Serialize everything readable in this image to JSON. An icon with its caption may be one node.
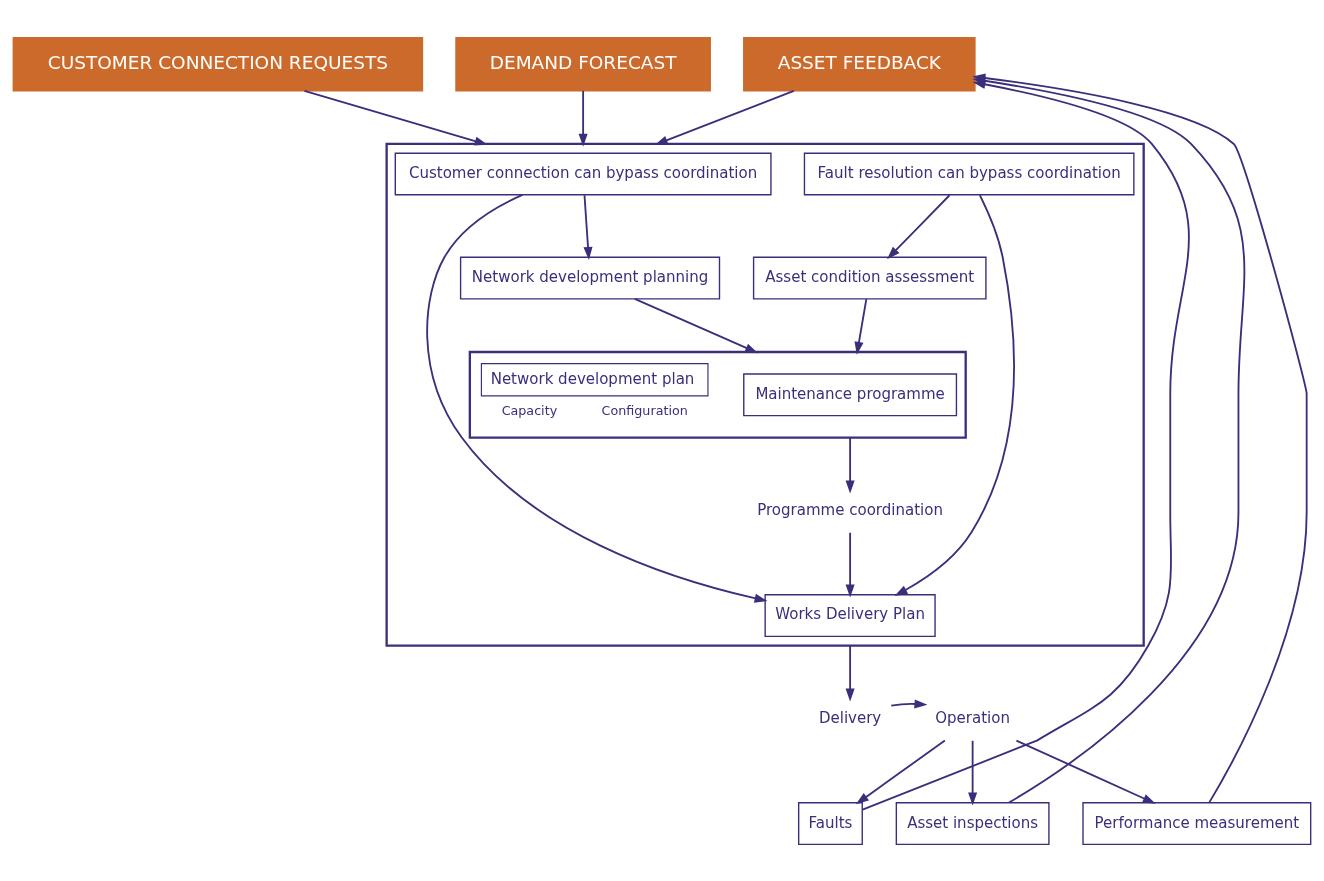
{
  "diagram": {
    "nodes": [
      {
        "text": [
          "CUSTOMER CONNECTION REQUESTS"
        ]
      },
      {
        "text": [
          "DEMAND FORECAST"
        ]
      },
      {
        "text": [
          "ASSET FEEDBACK"
        ]
      },
      {
        "text": [],
        "shape": "box"
      },
      {
        "text": [
          "Customer connection can bypass coordination"
        ],
        "in": 3
      },
      {
        "text": [
          "Network development planning"
        ],
        "in": 3
      },
      {
        "text": [
          "Asset condition assessment"
        ],
        "in": 3
      },
      {
        "text": [
          "Fault resolution can bypass coordination"
        ],
        "in": 3
      },
      {
        "text": [],
        "shape": "box",
        "in": 3
      },
      {
        "text": [
          "Network development plan"
        ],
        "in": 8,
        "beside": [
          "Capacity",
          "Configuration"
        ]
      },
      {
        "text": [
          "Maintenance programme"
        ],
        "in": 8
      },
      {
        "text": [
          "Programme coordination"
        ],
        "in": 3
      },
      {
        "text": [
          "Works Delivery Plan"
        ],
        "in": 3
      },
      {
        "text": [
          "Delivery"
        ]
      },
      {
        "text": [
          "Operation"
        ]
      },
      {
        "text": [
          "Faults"
        ]
      },
      {
        "text": [
          "Asset inspections"
        ]
      },
      {
        "text": [
          "Performance measurement"
        ]
      }
    ],
    "edges": [
      {
        "from": 0,
        "to": 3,
        "arrow": "to"
      },
      {
        "from": 1,
        "to": 3,
        "arrow": "to"
      },
      {
        "from": 2,
        "to": 3,
        "arrow": "to"
      },
      {
        "from": 4,
        "to": 5,
        "arrow": "to"
      },
      {
        "from": 7,
        "to": 6,
        "arrow": "to"
      },
      {
        "from": 5,
        "to": 8,
        "arrow": "to"
      },
      {
        "from": 6,
        "to": 8,
        "arrow": "to"
      },
      {
        "from": 8,
        "to": 11,
        "arrow": "to"
      },
      {
        "from": 11,
        "to": 12,
        "arrow": "to"
      },
      {
        "from": 4,
        "to": 12,
        "arrow": "to"
      },
      {
        "from": 7,
        "to": 12,
        "arrow": "to"
      },
      {
        "from": 3,
        "to": 13,
        "arrow": "to"
      },
      {
        "from": 13,
        "to": 14,
        "arrow": "to"
      },
      {
        "from": 14,
        "to": 15,
        "arrow": "to"
      },
      {
        "from": 14,
        "to": 16,
        "arrow": "to"
      },
      {
        "from": 14,
        "to": 17,
        "arrow": "to"
      },
      {
        "from": 15,
        "to": 2,
        "arrow": "to"
      },
      {
        "from": 16,
        "to": 2,
        "arrow": "to"
      },
      {
        "from": 17,
        "to": 2,
        "arrow": "to"
      }
    ]
  }
}
